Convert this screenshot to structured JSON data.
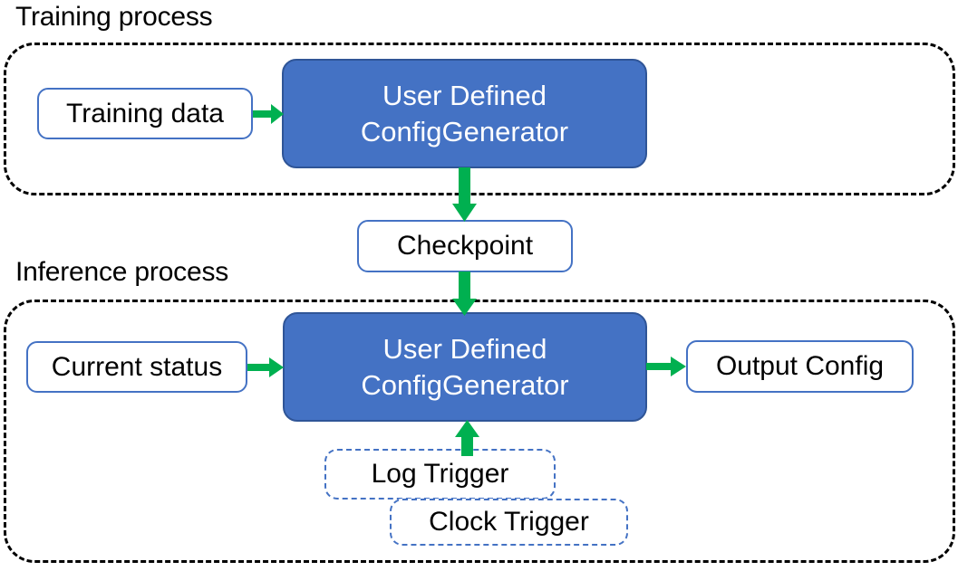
{
  "diagram": {
    "title_training": "Training process",
    "title_inference": "Inference process",
    "accent_blue": "#4472C4",
    "process_fill": "#4472C4",
    "process_border": "#2F5597",
    "arrow_green": "#00B050",
    "container_border": "#000000",
    "background": "#ffffff"
  },
  "training_section": {
    "caption": "Training process",
    "nodes": {
      "training_data": "Training data",
      "generator": {
        "line1": "User Defined",
        "line2": "ConfigGenerator"
      }
    }
  },
  "shared": {
    "checkpoint": "Checkpoint"
  },
  "inference_section": {
    "caption": "Inference process",
    "nodes": {
      "current_status": "Current status",
      "generator": {
        "line1": "User Defined",
        "line2": "ConfigGenerator"
      },
      "output_config": "Output Config",
      "log_trigger": "Log Trigger",
      "clock_trigger": "Clock Trigger"
    }
  },
  "edges": [
    {
      "id": "training-data-to-generator",
      "from": "Training data",
      "to": "User Defined ConfigGenerator",
      "direction": "right"
    },
    {
      "id": "generator-to-checkpoint",
      "from": "User Defined ConfigGenerator",
      "to": "Checkpoint",
      "direction": "down"
    },
    {
      "id": "checkpoint-to-generator",
      "from": "Checkpoint",
      "to": "User Defined ConfigGenerator",
      "direction": "down"
    },
    {
      "id": "current-status-to-generator",
      "from": "Current status",
      "to": "User Defined ConfigGenerator",
      "direction": "right"
    },
    {
      "id": "generator-to-output-config",
      "from": "User Defined ConfigGenerator",
      "to": "Output Config",
      "direction": "right"
    },
    {
      "id": "triggers-to-generator",
      "from": "Log Trigger / Clock Trigger",
      "to": "User Defined ConfigGenerator",
      "direction": "up"
    }
  ]
}
